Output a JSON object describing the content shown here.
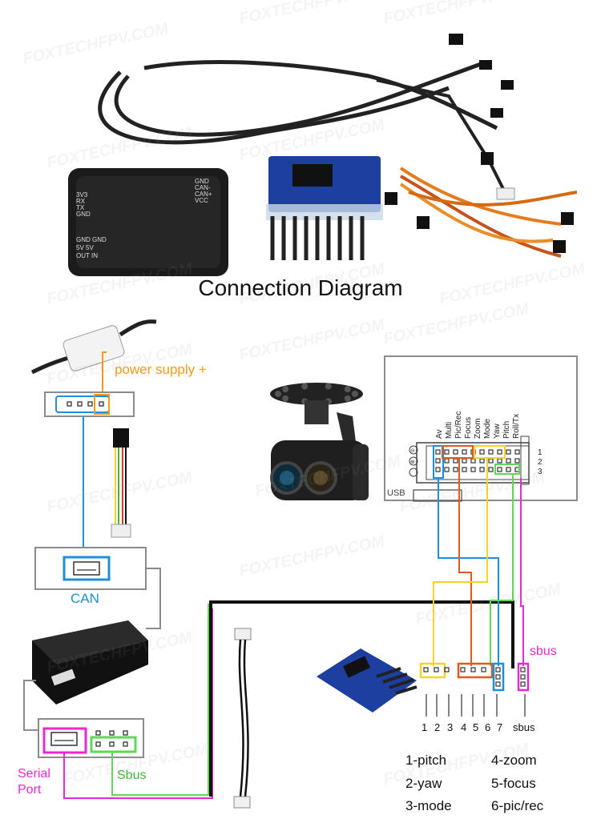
{
  "title": "Connection Diagram",
  "watermark": "FOXTECHFPV.COM",
  "labels": {
    "power_supply": "power supply +",
    "can": "CAN",
    "serial_port": "Serial Port",
    "sbus_green": "Sbus",
    "sbus_magenta": "sbus"
  },
  "gimbal_port_labels": [
    "Roll/Tx",
    "Pitch",
    "Yaw",
    "Mode",
    "Zoom",
    "Focus",
    "Pic/Rec",
    "Multi",
    "Av"
  ],
  "gimbal_row_numbers": [
    "1",
    "2",
    "3"
  ],
  "usb_label": "USB",
  "can_module_pins_left": [
    "3V3",
    "RX",
    "TX",
    "GND",
    "GND GND",
    "5V  5V",
    "OUT IN"
  ],
  "can_module_pins_right": [
    "GND",
    "CAN-",
    "CAN+",
    "VCC"
  ],
  "pin_numbers": [
    "1",
    "2",
    "3",
    "4",
    "5",
    "6",
    "7",
    "sbus"
  ],
  "legend": {
    "pitch": "1-pitch",
    "yaw": "2-yaw",
    "mode": "3-mode",
    "zoom": "4-zoom",
    "focus": "5-focus",
    "pic_rec": "6-pic/rec"
  },
  "colors": {
    "orange": "#f39a1e",
    "blue": "#1f8fdc",
    "magenta": "#e52ad0",
    "green": "#5fd85a",
    "yellow": "#f5d42a",
    "red_orange": "#e05a1e",
    "gray": "#8c8c8c",
    "black": "#111111"
  }
}
